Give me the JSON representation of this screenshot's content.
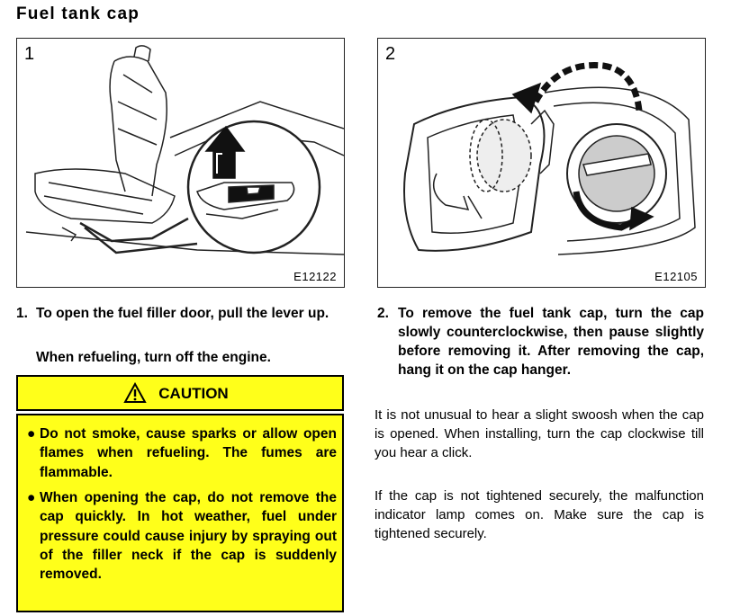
{
  "page": {
    "title": "Fuel tank cap"
  },
  "figures": [
    {
      "number": "1",
      "code": "E12122"
    },
    {
      "number": "2",
      "code": "E12105"
    }
  ],
  "steps": [
    {
      "number": "1.",
      "text": "To open the fuel filler door, pull the lever up.",
      "note": "When refueling, turn off the engine."
    },
    {
      "number": "2.",
      "text": "To remove the fuel tank cap, turn the cap slowly counterclockwise, then pause slightly before removing it. After removing the cap, hang it on the cap hanger."
    }
  ],
  "caution": {
    "label": "CAUTION",
    "bullets": [
      "Do not smoke, cause sparks or allow open flames when refueling. The fumes are flammable.",
      "When opening the cap, do not remove the cap quickly. In hot weather, fuel under pressure could cause injury by spraying out of the filler neck if the cap is suddenly removed."
    ]
  },
  "paragraphs": [
    "It is not unusual to hear a slight swoosh when the cap is opened. When installing, turn the cap clockwise till you hear a click.",
    "If the cap is not tightened securely, the malfunction indicator lamp comes on. Make sure the cap is tightened securely."
  ]
}
